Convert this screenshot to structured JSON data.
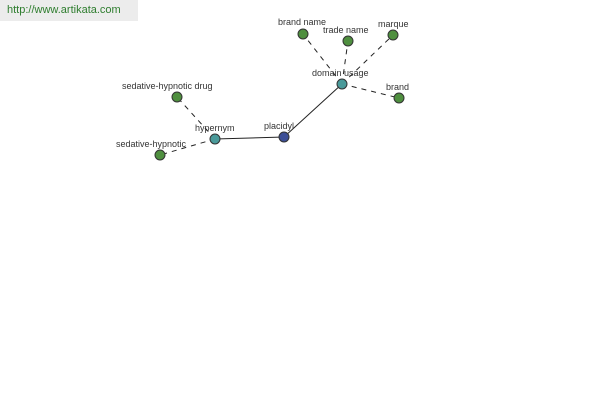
{
  "header": {
    "url": "http://www.artikata.com"
  },
  "colors": {
    "center_node": "#3d4f96",
    "relation_node": "#4a9a9a",
    "leaf_node": "#4f8f3f",
    "node_stroke": "#333333",
    "edge": "#222222",
    "url_text": "#2e7d2e"
  },
  "graph": {
    "nodes": [
      {
        "id": "placidyl",
        "label": "placidyl",
        "kind": "center"
      },
      {
        "id": "hypernym",
        "label": "hypernym",
        "kind": "relation"
      },
      {
        "id": "domain-usage",
        "label": "domain usage",
        "kind": "relation"
      },
      {
        "id": "sedative-hypnotic-drug",
        "label": "sedative-hypnotic drug",
        "kind": "leaf"
      },
      {
        "id": "sedative-hypnotic",
        "label": "sedative-hypnotic",
        "kind": "leaf"
      },
      {
        "id": "brand-name",
        "label": "brand name",
        "kind": "leaf"
      },
      {
        "id": "trade-name",
        "label": "trade name",
        "kind": "leaf"
      },
      {
        "id": "marque",
        "label": "marque",
        "kind": "leaf"
      },
      {
        "id": "brand",
        "label": "brand",
        "kind": "leaf"
      }
    ],
    "edges": [
      {
        "from": "placidyl",
        "to": "hypernym",
        "style": "solid"
      },
      {
        "from": "placidyl",
        "to": "domain-usage",
        "style": "solid"
      },
      {
        "from": "hypernym",
        "to": "sedative-hypnotic-drug",
        "style": "dashed"
      },
      {
        "from": "hypernym",
        "to": "sedative-hypnotic",
        "style": "dashed"
      },
      {
        "from": "domain-usage",
        "to": "brand-name",
        "style": "dashed"
      },
      {
        "from": "domain-usage",
        "to": "trade-name",
        "style": "dashed"
      },
      {
        "from": "domain-usage",
        "to": "marque",
        "style": "dashed"
      },
      {
        "from": "domain-usage",
        "to": "brand",
        "style": "dashed"
      }
    ]
  }
}
